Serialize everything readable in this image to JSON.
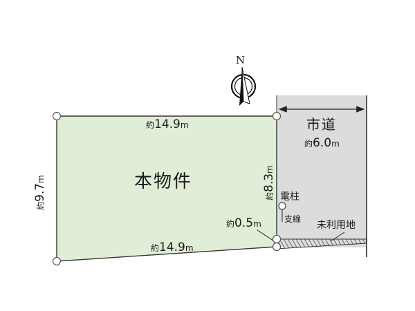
{
  "compass": {
    "north_label": "N"
  },
  "property": {
    "label": "本物件",
    "fill_color": "#e1eed7",
    "top_edge": {
      "prefix": "約",
      "value": "14.9",
      "unit": "m"
    },
    "bottom_edge": {
      "prefix": "約",
      "value": "14.9",
      "unit": "m"
    },
    "left_edge": {
      "prefix": "約",
      "value": "9.7",
      "unit": "m"
    },
    "right_edge": {
      "prefix": "約",
      "value": "8.3",
      "unit": "m"
    },
    "corner_offset": {
      "prefix": "約",
      "value": "0.5",
      "unit": "m"
    }
  },
  "road": {
    "label": "市道",
    "fill_color": "#dcdcdc",
    "width": {
      "prefix": "約",
      "value": "6.0",
      "unit": "m"
    }
  },
  "utility_pole": {
    "label": "電柱",
    "guy_wire_label": "支線"
  },
  "unused_land": {
    "label": "未利用地"
  },
  "colors": {
    "outline": "#3a3a3a",
    "marker_fill": "#ffffff"
  }
}
